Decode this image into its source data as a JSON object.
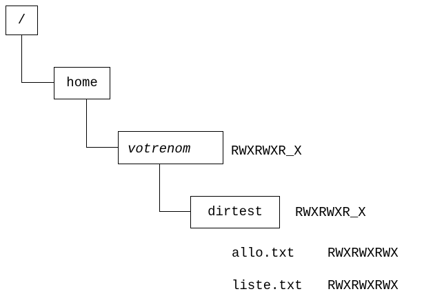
{
  "nodes": {
    "root": {
      "label": "/"
    },
    "home": {
      "label": "home"
    },
    "user": {
      "label": "votrenom",
      "permissions": "RWXRWXR_X"
    },
    "dirtest": {
      "label": "dirtest",
      "permissions": "RWXRWXR_X"
    }
  },
  "files": [
    {
      "name": "allo.txt",
      "permissions": "RWXRWXRWX"
    },
    {
      "name": "liste.txt",
      "permissions": "RWXRWXRWX"
    }
  ]
}
